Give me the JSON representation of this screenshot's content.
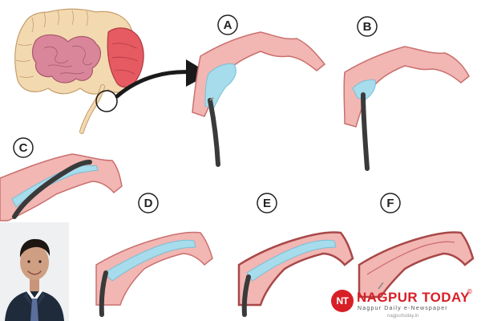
{
  "steps": {
    "a": "A",
    "b": "B",
    "c": "C",
    "d": "D",
    "e": "E",
    "f": "F"
  },
  "logo": {
    "badge": "NT",
    "name": "NAGPUR TODAY",
    "registered": "©",
    "tagline": "Nagpur Daily e-Newspaper",
    "website": "nagpurtoday.in"
  },
  "colors": {
    "tissue": "#f2b6b3",
    "tissue_outline": "#c9706e",
    "mucosa": "#e89592",
    "fluid": "#a6dcec",
    "scope": "#3a3a3a",
    "colon_right": "#e65a62",
    "brand_red": "#d81f26"
  }
}
